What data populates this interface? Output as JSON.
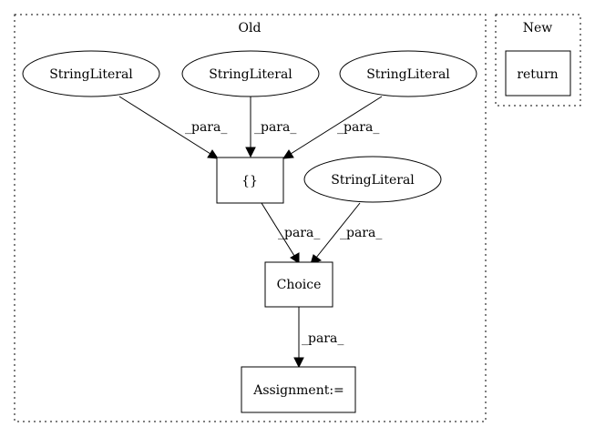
{
  "clusters": {
    "old": {
      "label": "Old"
    },
    "new": {
      "label": "New"
    }
  },
  "nodes": {
    "sl1": "StringLiteral",
    "sl2": "StringLiteral",
    "sl3": "StringLiteral",
    "sl4": "StringLiteral",
    "braces": "{}",
    "choice": "Choice",
    "assignment": "Assignment:=",
    "return": "return"
  },
  "edges": {
    "sl1_braces": "_para_",
    "sl2_braces": "_para_",
    "sl3_braces": "_para_",
    "braces_choice": "_para_",
    "sl4_choice": "_para_",
    "choice_assignment": "_para_"
  }
}
